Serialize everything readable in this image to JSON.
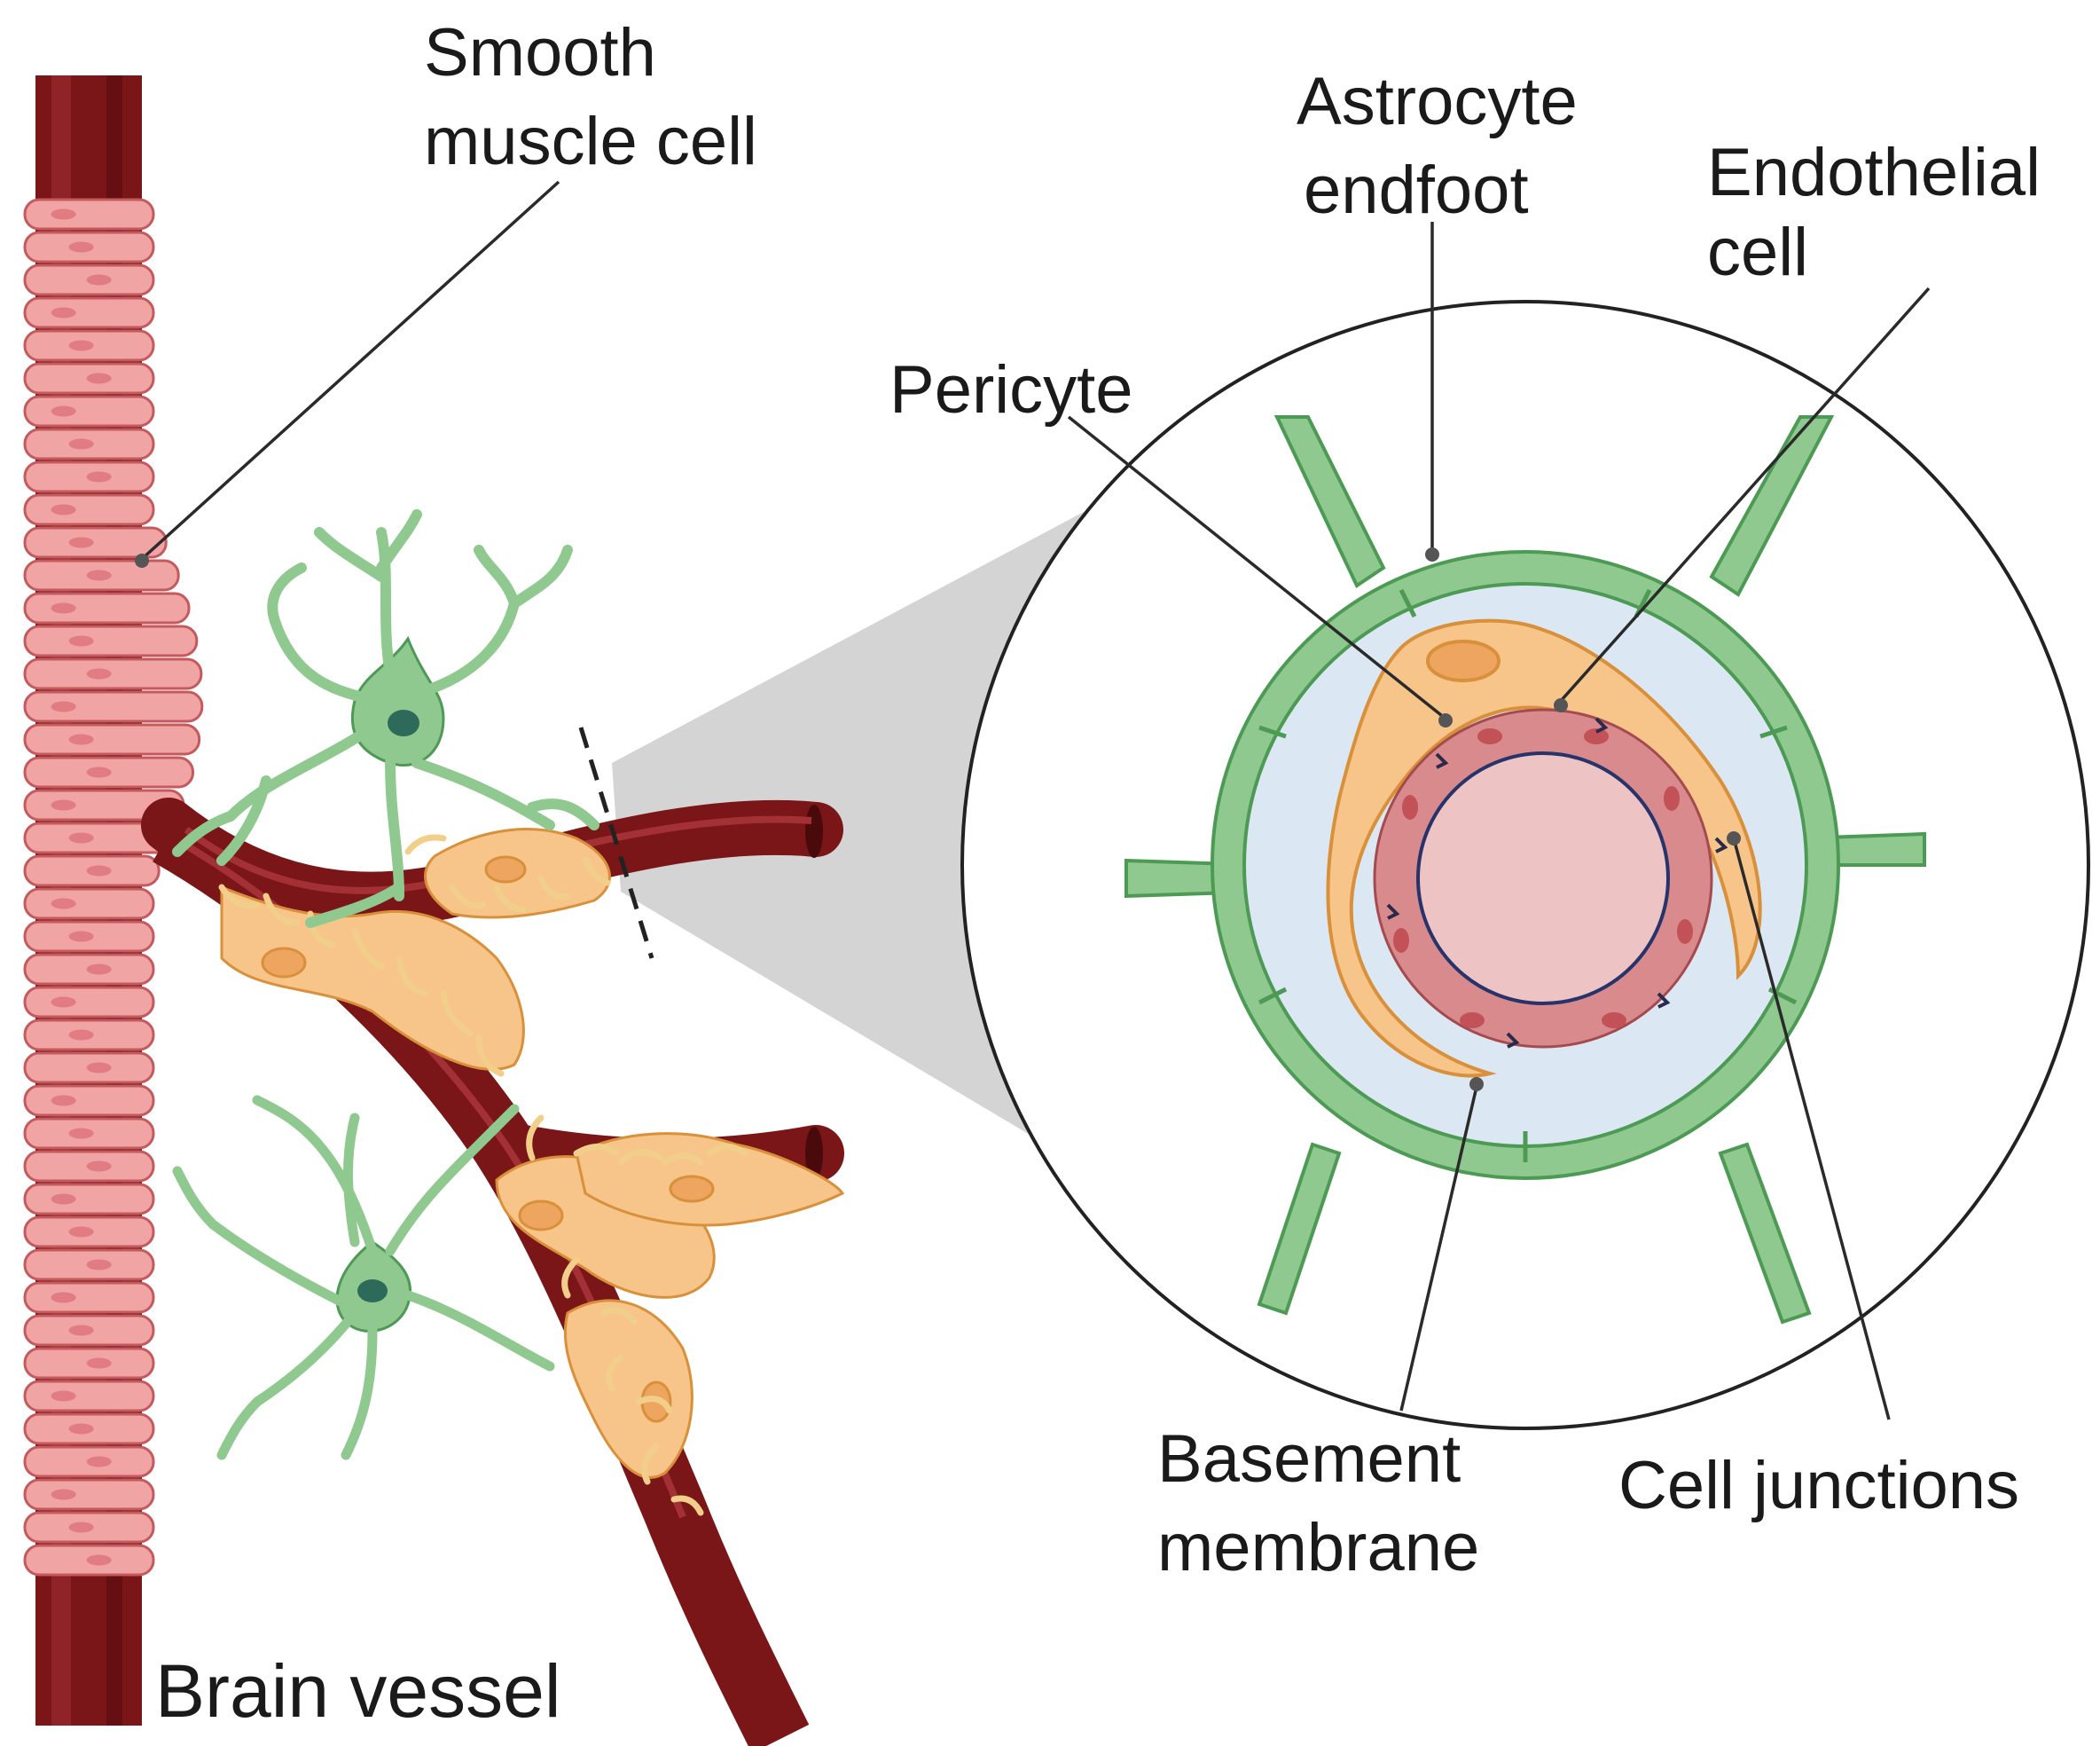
{
  "labels": {
    "smooth_muscle_cell": [
      "Smooth",
      "muscle cell"
    ],
    "astrocyte_endfoot": [
      "Astrocyte",
      "endfoot"
    ],
    "endothelial_cell": [
      "Endothelial",
      "cell"
    ],
    "pericyte": "Pericyte",
    "basement_membrane": [
      "Basement",
      "membrane"
    ],
    "cell_junctions": "Cell junctions",
    "brain_vessel": "Brain vessel"
  },
  "colors": {
    "vessel_dark": "#7a1518",
    "vessel_lumen": "#5e0d10",
    "smooth_muscle": "#f0a4a4",
    "smooth_muscle_edge": "#c45a5e",
    "pericyte": "#f7c48a",
    "pericyte_edge": "#d9903a",
    "astrocyte": "#8fc98f",
    "astrocyte_edge": "#4d9a55",
    "basement_fill": "#dbe8f3",
    "lumen_pink": "#eec3c3",
    "endothelial": "#d98a8c",
    "zoom_cone": "#d4d4d4"
  }
}
